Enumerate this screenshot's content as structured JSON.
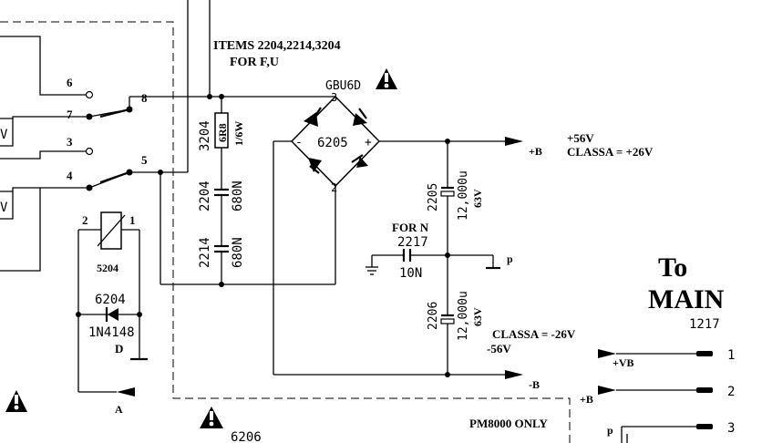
{
  "items_note": {
    "line1": "ITEMS 2204,2214,3204",
    "line2": "FOR F,U"
  },
  "bridge": {
    "part": "GBU6D",
    "ref": "6205",
    "pin2": "2",
    "pin3": "3",
    "minus": "-",
    "plus": "+"
  },
  "resistor": {
    "ref": "3204",
    "value": "6R8",
    "power": "1/6W"
  },
  "cap_2204": {
    "ref": "2204",
    "value": "680N"
  },
  "cap_2214": {
    "ref": "2214",
    "value": "680N"
  },
  "cap_2205": {
    "ref": "2205",
    "value": "12,000u",
    "voltage": "63V"
  },
  "cap_2206": {
    "ref": "2206",
    "value": "12,000u",
    "voltage": "63V"
  },
  "cap_2217": {
    "note": "FOR N",
    "ref": "2217",
    "value": "10N"
  },
  "relay": {
    "ref": "5204",
    "pin1": "1",
    "pin2": "2"
  },
  "diode": {
    "ref": "6204",
    "part": "1N4148",
    "label": "D"
  },
  "switch_pins": {
    "p3": "3",
    "p4": "4",
    "p5": "5",
    "p6": "6",
    "p7": "7",
    "p8": "8"
  },
  "left_labels": {
    "v1": "V",
    "v2": "V"
  },
  "rails": {
    "pos_label": "+B",
    "pos_v1": "+56V",
    "pos_v2": "CLASSA = +26V",
    "neg_label": "-B",
    "neg_v1": "CLASSA = -26V",
    "neg_v2": "-56V",
    "p_label": "p"
  },
  "connector": {
    "to_line1": "To",
    "to_line2": "MAIN",
    "ref": "1217",
    "pins": [
      {
        "num": "1",
        "label": "+VB"
      },
      {
        "num": "2",
        "label": "+B"
      },
      {
        "num": "3",
        "label": "p"
      }
    ]
  },
  "warning_symbol": {
    "ref": "6206"
  },
  "node_a": "A",
  "pm8000": "PM8000 ONLY"
}
